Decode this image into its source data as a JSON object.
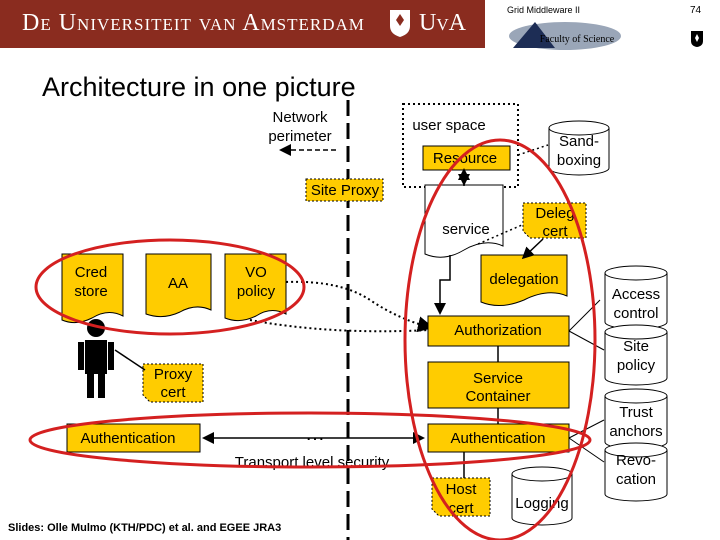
{
  "header": {
    "university": "De Universiteit van Amsterdam",
    "uva": "UvA",
    "course": "Grid Middleware II",
    "page_number": "74",
    "faculty": "Faculty of Science"
  },
  "title": "Architecture in one picture",
  "credit": "Slides: Olle Mulmo (KTH/PDC) et al. and EGEE JRA3",
  "diagram": {
    "network_perimeter": "Network perimeter",
    "user_space": "user space",
    "resource": "Resource",
    "sandboxing": "Sand-boxing",
    "site_proxy": "Site Proxy",
    "service": "service",
    "deleg_cert": "Deleg cert",
    "cred_store": "Cred store",
    "aa": "AA",
    "vo_policy": "VO policy",
    "delegation": "delegation",
    "authorization": "Authorization",
    "proxy_cert": "Proxy cert",
    "service_container": "Service Container",
    "authentication_left": "Authentication",
    "ellipsis": "…",
    "authentication_right": "Authentication",
    "transport_security": "Transport level security",
    "host_cert": "Host cert",
    "logging": "Logging",
    "access_control": "Access control",
    "site_policy": "Site policy",
    "trust_anchors": "Trust anchors",
    "revocation": "Revo-cation"
  },
  "colors": {
    "banner": "#8a2c1f",
    "box_fill": "#ffcc00",
    "highlight": "#d42020",
    "cylinder_fill": "#ffffff"
  }
}
